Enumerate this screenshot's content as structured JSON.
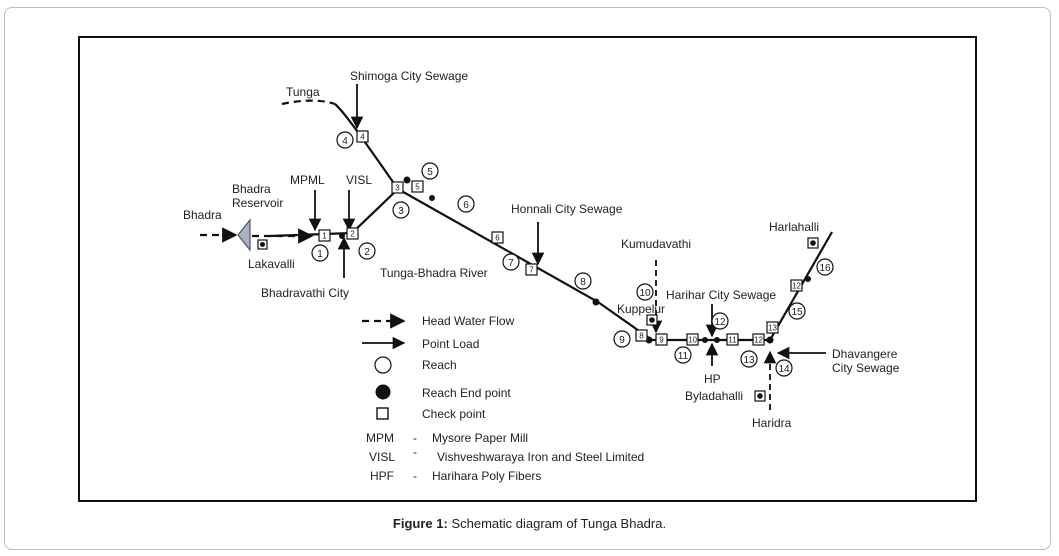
{
  "caption": {
    "prefix": "Figure 1:",
    "text": "Schematic diagram of Tunga Bhadra."
  },
  "labels": {
    "tunga": "Tunga",
    "shimoga": "Shimoga City Sewage",
    "bhadra": "Bhadra",
    "bhadra_res_1": "Bhadra",
    "bhadra_res_2": "Reservoir",
    "mpml": "MPML",
    "visl": "VISL",
    "lakavalli": "Lakavalli",
    "bhadravathi": "Bhadravathi City",
    "river": "Tunga-Bhadra River",
    "honnali": "Honnali City Sewage",
    "kumudavathi": "Kumudavathi",
    "kuppelur": "Kuppelur",
    "harihar": "Harihar City Sewage",
    "hp": "HP",
    "byladahalli": "Byladahalli",
    "haridra": "Haridra",
    "harlahalli": "Harlahalli",
    "dhav_1": "Dhavangere",
    "dhav_2": "City Sewage"
  },
  "reaches": [
    "1",
    "2",
    "3",
    "4",
    "5",
    "6",
    "7",
    "8",
    "9",
    "10",
    "11",
    "12",
    "13",
    "14",
    "15",
    "16"
  ],
  "checkpoints": [
    "1",
    "2",
    "3",
    "4",
    "5",
    "6",
    "7",
    "8",
    "9",
    "10",
    "11",
    "12",
    "13",
    "12"
  ],
  "legend": {
    "head_water": "Head Water Flow",
    "point_load": "Point Load",
    "reach": "Reach",
    "reach_end": "Reach End point",
    "check_point": "Check point"
  },
  "abbreviations": [
    {
      "abbr": "MPM",
      "sep": "-",
      "full": "Mysore Paper Mill"
    },
    {
      "abbr": "VISL",
      "sep": "-",
      "full": "Vishveshwaraya Iron and Steel Limited"
    },
    {
      "abbr": "HPF",
      "sep": "-",
      "full": "Harihara Poly Fibers"
    }
  ]
}
